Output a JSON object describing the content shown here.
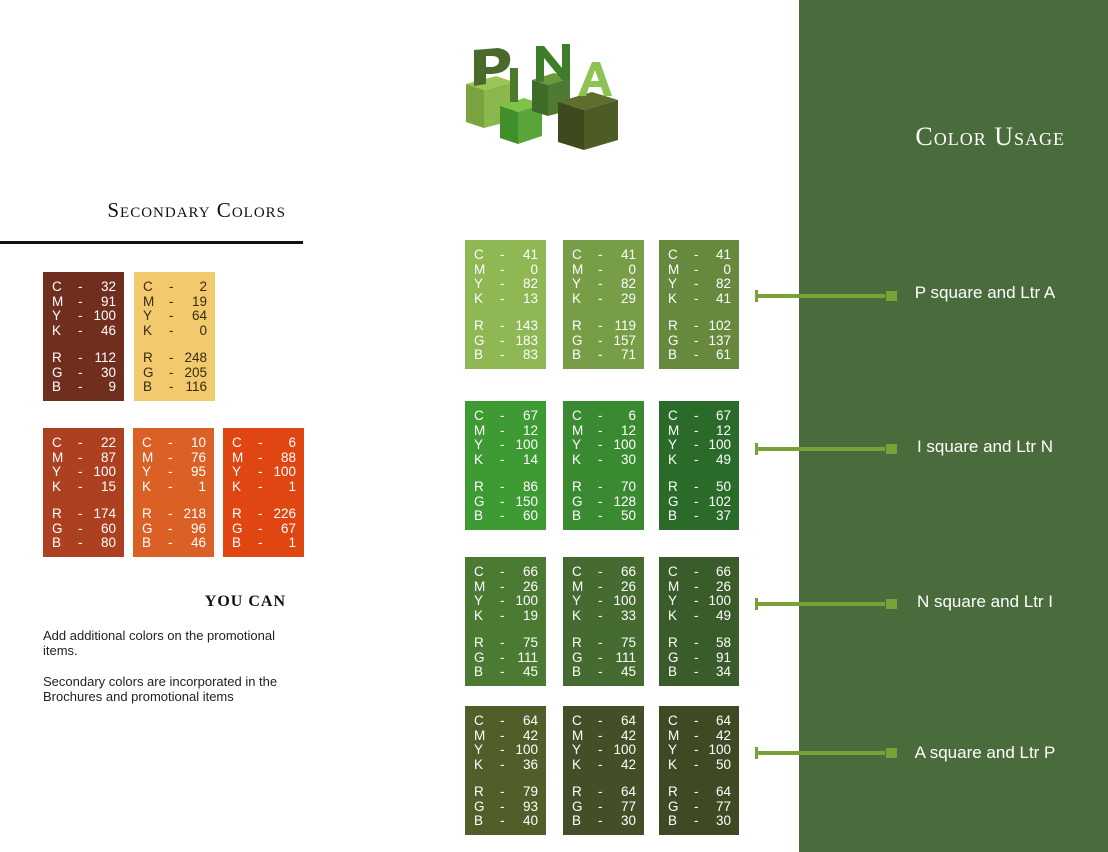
{
  "colors": {
    "panel_bg": "#4a6b3c",
    "connector": "#7aa038"
  },
  "logo": {
    "name": "pina-logo"
  },
  "panel": {
    "title": "Color Usage"
  },
  "secondary": {
    "title": "Secondary Colors",
    "swatches": [
      {
        "name": "swatch-brown",
        "bg": "#702e1e",
        "c": "32",
        "m": "91",
        "y": "100",
        "k": "46",
        "r": "112",
        "g": "30",
        "b": "9"
      },
      {
        "name": "swatch-yellow",
        "bg": "#f2c96c",
        "dark": true,
        "c": "2",
        "m": "19",
        "y": "64",
        "k": "0",
        "r": "248",
        "g": "205",
        "b": "116"
      },
      {
        "name": "swatch-rust",
        "bg": "#ae4022",
        "c": "22",
        "m": "87",
        "y": "100",
        "k": "15",
        "r": "174",
        "g": "60",
        "b": "80"
      },
      {
        "name": "swatch-orange",
        "bg": "#da6026",
        "c": "10",
        "m": "76",
        "y": "95",
        "k": "1",
        "r": "218",
        "g": "96",
        "b": "46"
      },
      {
        "name": "swatch-red-orange",
        "bg": "#e04611",
        "c": "6",
        "m": "88",
        "y": "100",
        "k": "1",
        "r": "226",
        "g": "67",
        "b": "1"
      }
    ]
  },
  "youcan": {
    "title": "YOU CAN",
    "line1": "Add additional colors on the promotional items.",
    "line2": "Secondary colors are incorporated in the Brochures and promotional items"
  },
  "usage": [
    {
      "label": "P square and Ltr A"
    },
    {
      "label": "I square and Ltr N"
    },
    {
      "label": "N square and Ltr I"
    },
    {
      "label": "A square and Ltr P"
    }
  ],
  "green_swatches": [
    {
      "name": "swatch-green-1-1",
      "bg": "#8fb753",
      "c": "41",
      "m": "0",
      "y": "82",
      "k": "13",
      "r": "143",
      "g": "183",
      "b": "83"
    },
    {
      "name": "swatch-green-1-2",
      "bg": "#779d47",
      "c": "41",
      "m": "0",
      "y": "82",
      "k": "29",
      "r": "119",
      "g": "157",
      "b": "71"
    },
    {
      "name": "swatch-green-1-3",
      "bg": "#66893d",
      "c": "41",
      "m": "0",
      "y": "82",
      "k": "41",
      "r": "102",
      "g": "137",
      "b": "61"
    },
    {
      "name": "swatch-green-2-1",
      "bg": "#3e9a32",
      "c": "67",
      "m": "12",
      "y": "100",
      "k": "14",
      "r": "86",
      "g": "150",
      "b": "60"
    },
    {
      "name": "swatch-green-2-2",
      "bg": "#3a8a32",
      "c": "6",
      "m": "12",
      "y": "100",
      "k": "30",
      "r": "70",
      "g": "128",
      "b": "50"
    },
    {
      "name": "swatch-green-2-3",
      "bg": "#2a6b2a",
      "c": "67",
      "m": "12",
      "y": "100",
      "k": "49",
      "r": "50",
      "g": "102",
      "b": "37"
    },
    {
      "name": "swatch-green-3-1",
      "bg": "#4b7a33",
      "c": "66",
      "m": "26",
      "y": "100",
      "k": "19",
      "r": "75",
      "g": "111",
      "b": "45"
    },
    {
      "name": "swatch-green-3-2",
      "bg": "#456b30",
      "c": "66",
      "m": "26",
      "y": "100",
      "k": "33",
      "r": "75",
      "g": "111",
      "b": "45"
    },
    {
      "name": "swatch-green-3-3",
      "bg": "#3a5b2a",
      "c": "66",
      "m": "26",
      "y": "100",
      "k": "49",
      "r": "58",
      "g": "91",
      "b": "34"
    },
    {
      "name": "swatch-green-4-1",
      "bg": "#505f2a",
      "c": "64",
      "m": "42",
      "y": "100",
      "k": "36",
      "r": "79",
      "g": "93",
      "b": "40"
    },
    {
      "name": "swatch-green-4-2",
      "bg": "#434f26",
      "c": "64",
      "m": "42",
      "y": "100",
      "k": "42",
      "r": "64",
      "g": "77",
      "b": "30"
    },
    {
      "name": "swatch-green-4-3",
      "bg": "#3d4a24",
      "c": "64",
      "m": "42",
      "y": "100",
      "k": "50",
      "r": "64",
      "g": "77",
      "b": "30"
    }
  ]
}
